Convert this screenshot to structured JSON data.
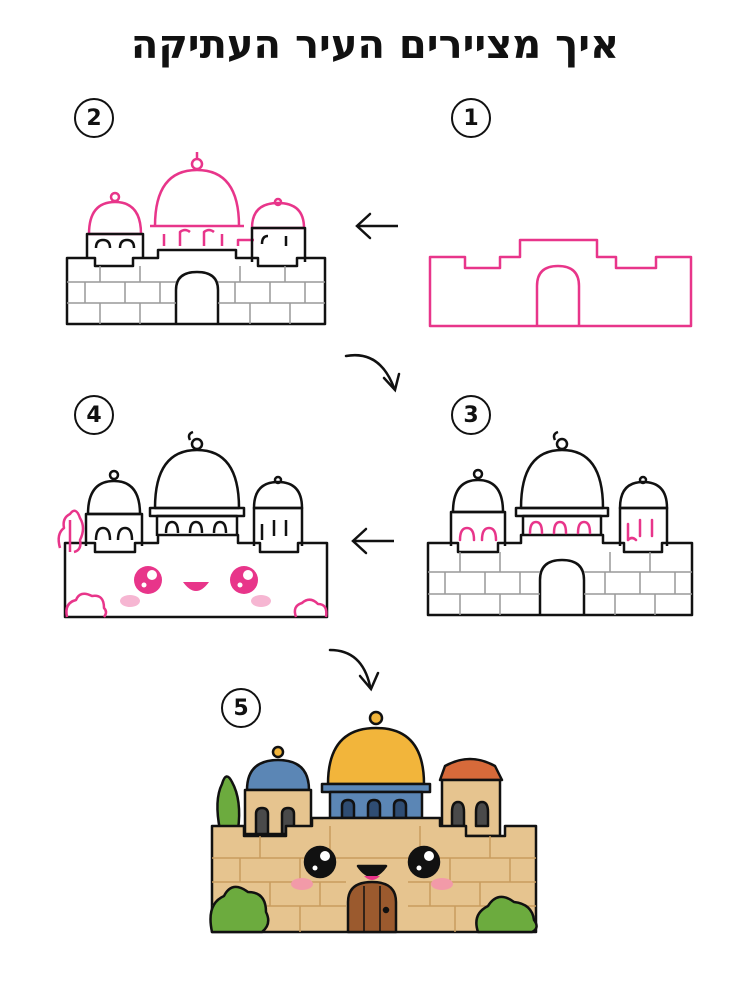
{
  "title": "איך מציירים העיר העתיקה",
  "steps": [
    {
      "number": "1"
    },
    {
      "number": "2"
    },
    {
      "number": "3"
    },
    {
      "number": "4"
    },
    {
      "number": "5"
    }
  ],
  "colors": {
    "outline": "#111111",
    "new_lines": "#e8358a",
    "stone": "#e6c48f",
    "gold_dome": "#f2b53b",
    "blue_dome": "#5b86b5",
    "orange_dome": "#d76a3a",
    "bush": "#6cab3e",
    "door": "#9b5a2e"
  }
}
